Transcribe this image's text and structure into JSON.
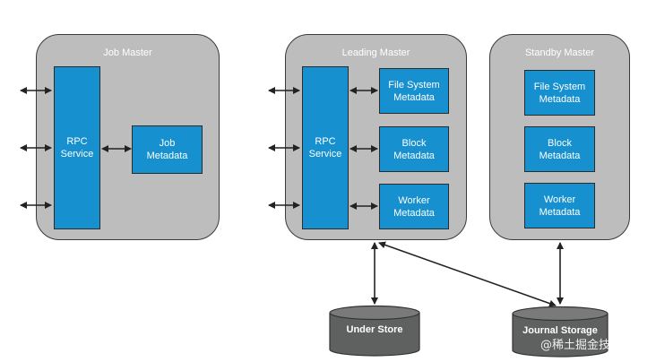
{
  "job_master": {
    "title": "Job Master",
    "rpc": "RPC\nService",
    "metadata": "Job\nMetadata"
  },
  "leading_master": {
    "title": "Leading Master",
    "rpc": "RPC\nService",
    "fs_metadata": "File System\nMetadata",
    "block_metadata": "Block\nMetadata",
    "worker_metadata": "Worker\nMetadata"
  },
  "standby_master": {
    "title": "Standby Master",
    "fs_metadata": "File System\nMetadata",
    "block_metadata": "Block\nMetadata",
    "worker_metadata": "Worker\nMetadata"
  },
  "under_store": "Under Store",
  "journal_storage": "Journal Storage",
  "watermark": "@稀土掘金技术社区",
  "colors": {
    "master_fill": "#bdbdbd",
    "box_blue": "#1690cf",
    "cylinder": "#5f6060"
  }
}
